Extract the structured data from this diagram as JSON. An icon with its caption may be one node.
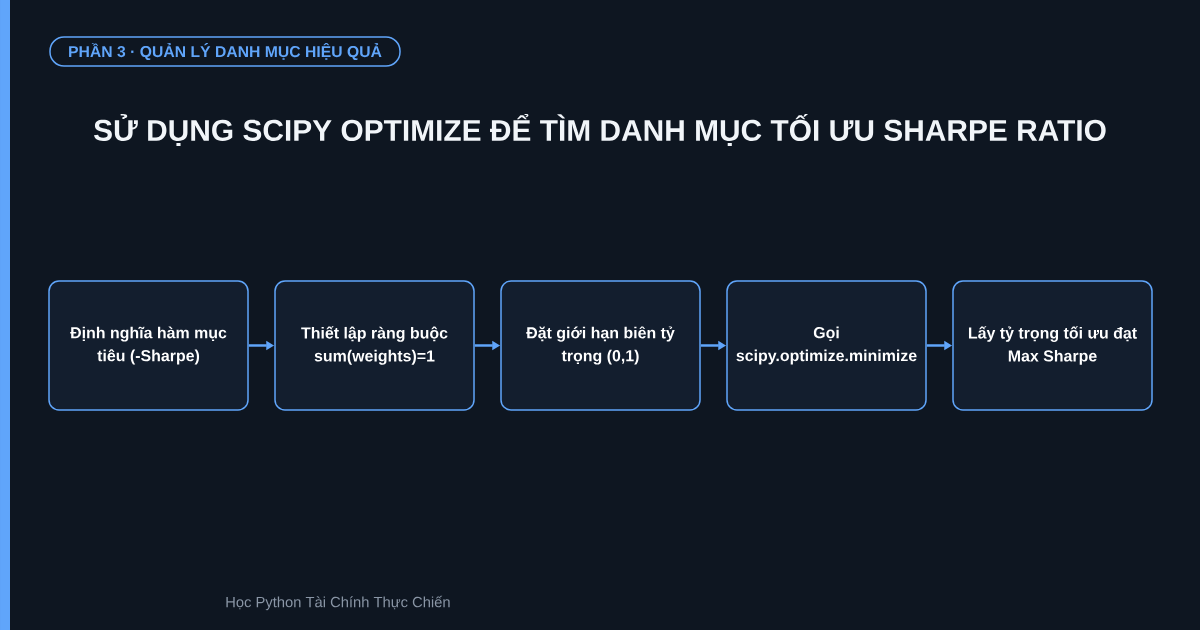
{
  "diagram": {
    "title": "SỬ DỤNG SCIPY OPTIMIZE ĐỂ TÌM DANH MỤC TỐI ƯU SHARPE RATIO",
    "nodes": [
      {
        "text": [
          "PHẦN 3 · QUẢN LÝ DANH MỤC HIỆU QUẢ"
        ]
      },
      {
        "text": [
          "Định nghĩa hàm mục tiêu (-Sharpe)"
        ]
      },
      {
        "text": [
          "Thiết lập ràng buộc sum(weights)=1"
        ]
      },
      {
        "text": [
          "Đặt giới hạn biên tỷ trọng (0,1)"
        ]
      },
      {
        "text": [
          "Gọi scipy.optimize.minimize"
        ]
      },
      {
        "text": [
          "Lấy tỷ trọng tối ưu đạt Max Sharpe"
        ]
      }
    ],
    "edges": [
      {
        "from": 1,
        "to": 2,
        "arrow": "to"
      },
      {
        "from": 2,
        "to": 3,
        "arrow": "to"
      },
      {
        "from": 3,
        "to": 4,
        "arrow": "to"
      },
      {
        "from": 4,
        "to": 5,
        "arrow": "to"
      }
    ],
    "labels": [
      "Học Python Tài Chính Thực Chiến"
    ]
  }
}
